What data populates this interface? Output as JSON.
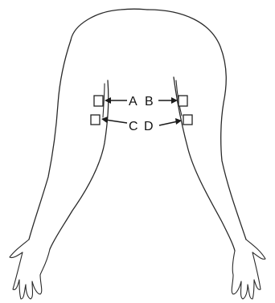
{
  "labels": {
    "a": "A",
    "b": "B",
    "c": "C",
    "d": "D"
  },
  "colors": {
    "line": "#2a2a2a",
    "background": "#ffffff"
  }
}
